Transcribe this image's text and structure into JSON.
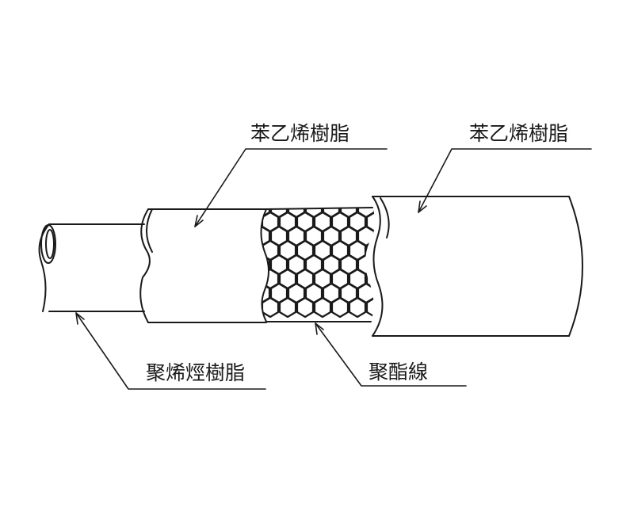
{
  "labels": {
    "outer_jacket": "苯乙烯樹脂",
    "inner_layer": "苯乙烯樹脂",
    "inner_tube": "聚烯烴樹脂",
    "braid": "聚酯線"
  },
  "colors": {
    "line": "#1a1a1a",
    "background": "#ffffff"
  }
}
